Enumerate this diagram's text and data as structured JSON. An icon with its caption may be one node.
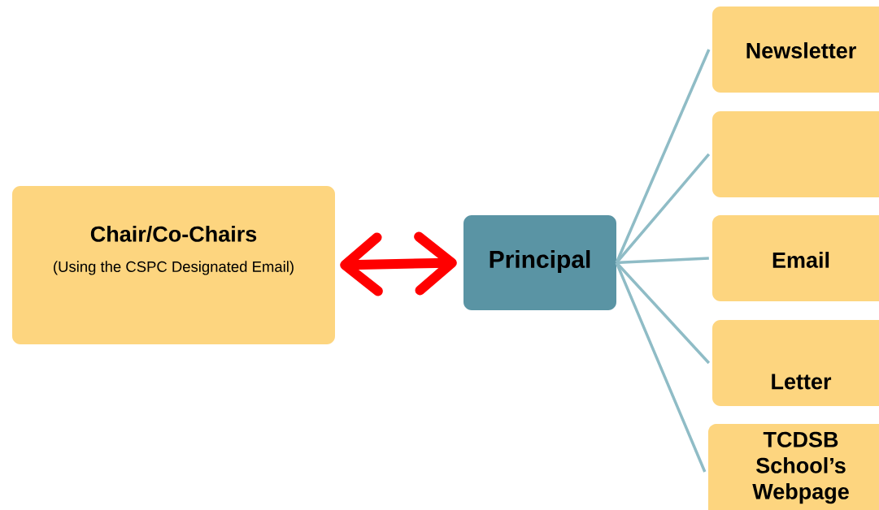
{
  "diagram": {
    "nodes": [
      {
        "text": [
          "Chair/Co-Chairs",
          "(Using the CSPC Designated Email)"
        ]
      },
      {
        "text": [
          "Principal"
        ]
      },
      {
        "text": [
          "Newsletter"
        ]
      },
      {
        "text": [],
        "shape": "box"
      },
      {
        "text": [
          "Email"
        ]
      },
      {
        "text": [
          "Letter"
        ]
      },
      {
        "text": [
          "TCDSB School’s Webpage"
        ]
      }
    ],
    "edges": [
      {
        "from": 0,
        "to": 1,
        "arrow": "both",
        "style": "thick",
        "color": "#ff0000"
      },
      {
        "from": 1,
        "to": 2,
        "arrow": "none"
      },
      {
        "from": 1,
        "to": 3,
        "arrow": "none"
      },
      {
        "from": 1,
        "to": 4,
        "arrow": "none"
      },
      {
        "from": 1,
        "to": 5,
        "arrow": "none"
      },
      {
        "from": 1,
        "to": 6,
        "arrow": "none"
      }
    ]
  }
}
